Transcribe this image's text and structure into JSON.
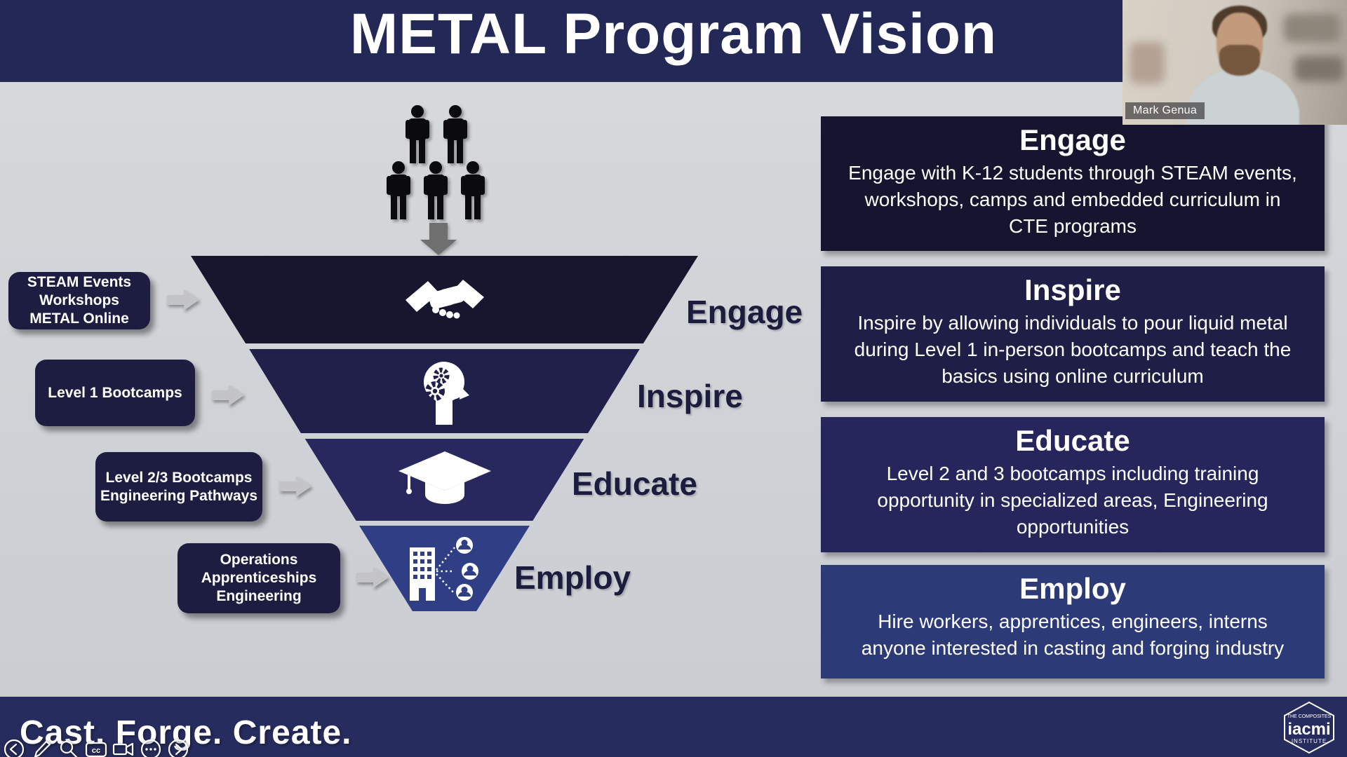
{
  "header": {
    "title": "METAL Program Vision"
  },
  "webcam": {
    "participant_name": "Mark Genua"
  },
  "funnel": {
    "stages": [
      {
        "label": "Engage",
        "icon": "handshake-icon",
        "color": "#16162f"
      },
      {
        "label": "Inspire",
        "icon": "head-gears-icon",
        "color": "#20204a"
      },
      {
        "label": "Educate",
        "icon": "graduation-cap-icon",
        "color": "#28285f"
      },
      {
        "label": "Employ",
        "icon": "building-people-icon",
        "color": "#303f85"
      }
    ],
    "audience_icon": "people-group-icon",
    "flow_icon": "down-arrow-icon"
  },
  "left_labels": [
    {
      "lines": [
        "STEAM Events",
        "Workshops",
        "METAL Online"
      ]
    },
    {
      "lines": [
        "Level 1 Bootcamps"
      ]
    },
    {
      "lines": [
        "Level 2/3 Bootcamps",
        "Engineering Pathways"
      ]
    },
    {
      "lines": [
        "Operations",
        "Apprenticeships",
        "Engineering"
      ]
    }
  ],
  "panels": [
    {
      "title": "Engage",
      "body": "Engage with K-12 students through STEAM events, workshops, camps and embedded curriculum in CTE programs"
    },
    {
      "title": "Inspire",
      "body": "Inspire by allowing individuals to pour liquid metal during Level 1 in-person bootcamps and teach the basics using online curriculum"
    },
    {
      "title": "Educate",
      "body": "Level 2 and 3 bootcamps including training opportunity in specialized areas, Engineering opportunities"
    },
    {
      "title": "Employ",
      "body": "Hire workers, apprentices, engineers, interns anyone interested in casting and forging industry"
    }
  ],
  "footer": {
    "tagline": "Cast. Forge. Create."
  },
  "logo": {
    "top": "THE COMPOSITES",
    "main": "iacmi",
    "bottom": "INSTITUTE"
  },
  "toolbar": {
    "cc_text": "cc",
    "icons": [
      "previous",
      "annotate",
      "zoom",
      "closed-captions",
      "camera",
      "more-options",
      "next"
    ]
  },
  "colors": {
    "header_bg": "#232857",
    "footer_bg": "#272c5e",
    "slide_bg": "#cfd2d6",
    "callout_bg": "#1d1d42",
    "stage_label_text": "#1c1c3e",
    "panel_colors": [
      "#15152f",
      "#1e1e46",
      "#26265c",
      "#2c3a78"
    ]
  }
}
